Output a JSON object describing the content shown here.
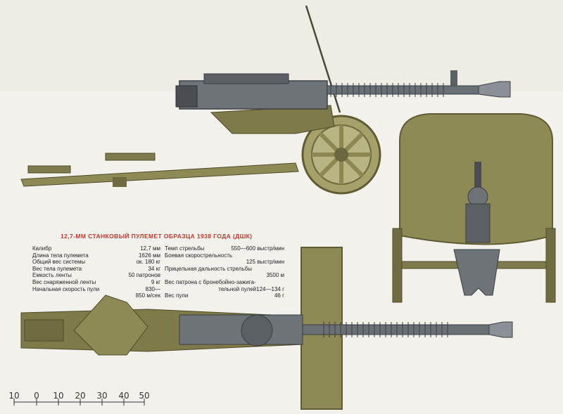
{
  "title": "12,7-ММ СТАНКОВЫЙ ПУЛЕМЕТ ОБРАЗЦА 1938 ГОДА (ДШК)",
  "specs_left": [
    {
      "label": "Калибр",
      "value": "12,7 мм"
    },
    {
      "label": "Длина тела пулемета",
      "value": "1626 мм"
    },
    {
      "label": "Общий вес системы",
      "value": "ок. 180 кг"
    },
    {
      "label": "Вес тела пулемета",
      "value": "34 кг"
    },
    {
      "label": "Емкость ленты",
      "value": "50 патронов"
    },
    {
      "label": "Вес снаряженной ленты",
      "value": "9 кг"
    },
    {
      "label": "Начальная скорость пули",
      "value": "830—"
    },
    {
      "label": "",
      "value": "850 м/сек"
    }
  ],
  "specs_right": [
    {
      "label": "Темп стрельбы",
      "value": "550—600 выстр/мин"
    },
    {
      "label": "Боевая скорострельность",
      "value": ""
    },
    {
      "label": "",
      "value": "125 выстр/мин"
    },
    {
      "label": "Прицельная дальность стрельбы",
      "value": ""
    },
    {
      "label": "",
      "value": "3500 м"
    },
    {
      "label": "Вес патрона с бронебойно-зажига-",
      "value": ""
    },
    {
      "label": "тельной пулей",
      "value": "124—134 г"
    },
    {
      "label": "Вес пули",
      "value": "46 г"
    }
  ],
  "scale": {
    "labels": [
      "10",
      "0",
      "10",
      "20",
      "30",
      "40",
      "50"
    ]
  },
  "colors": {
    "olive": "#8e8a56",
    "olive_dark": "#5f5c33",
    "steel": "#6e7378",
    "steel_dark": "#3b3f44",
    "title_red": "#c0392b"
  }
}
